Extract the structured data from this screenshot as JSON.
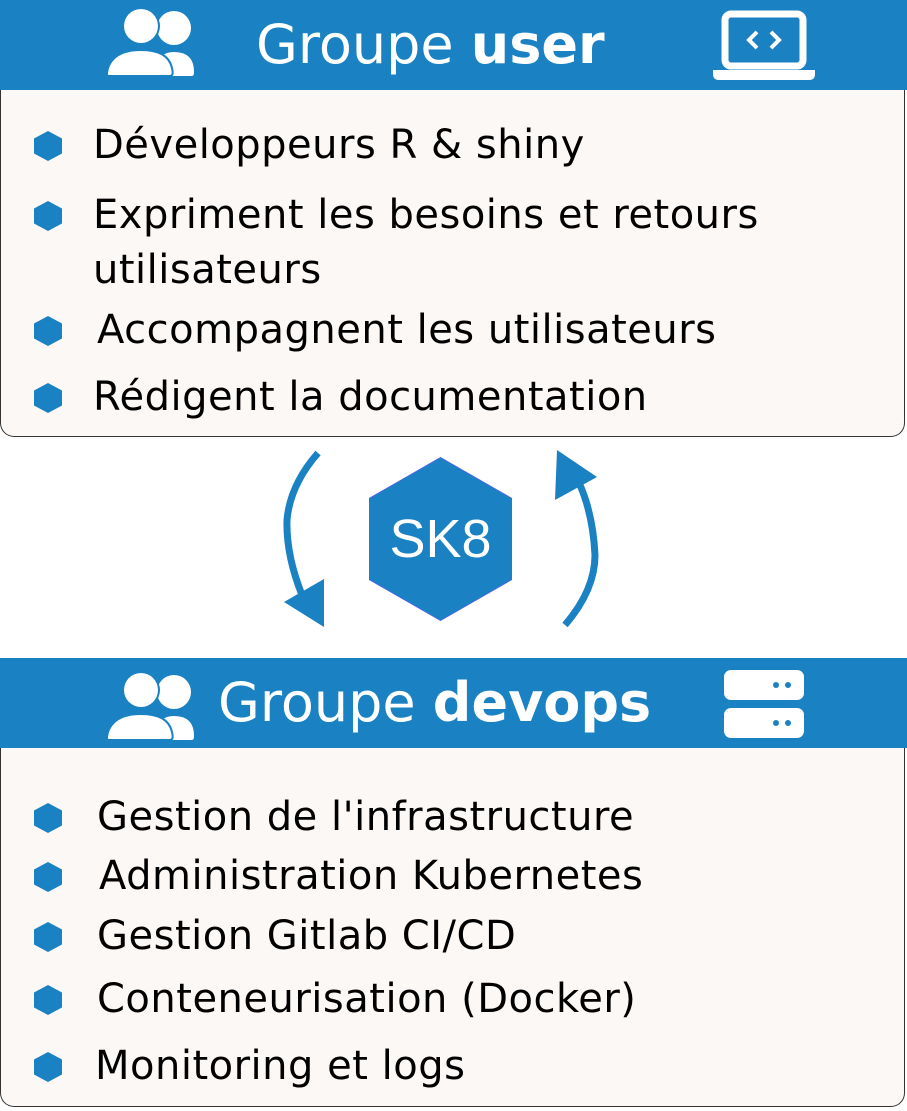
{
  "user_group": {
    "title_prefix": "Groupe",
    "title_bold": "user",
    "icons": [
      "users-icon",
      "laptop-code-icon"
    ],
    "items": [
      "Développeurs R & shiny",
      "Expriment les besoins et retours",
      "utilisateurs",
      "Accompagnent les utilisateurs",
      "Rédigent la documentation"
    ]
  },
  "center": {
    "logo_text": "SK8",
    "icons": [
      "arrow-down-icon",
      "arrow-up-icon"
    ]
  },
  "devops_group": {
    "title_prefix": "Groupe",
    "title_bold": "devops",
    "icons": [
      "users-icon",
      "server-icon"
    ],
    "items": [
      "Gestion de l'infrastructure",
      "Administration Kubernetes",
      "Gestion Gitlab CI/CD",
      "Conteneurisation (Docker)",
      "Monitoring et logs"
    ]
  },
  "colors": {
    "accent": "#1a82c3",
    "body_bg": "#fcf8f5"
  }
}
